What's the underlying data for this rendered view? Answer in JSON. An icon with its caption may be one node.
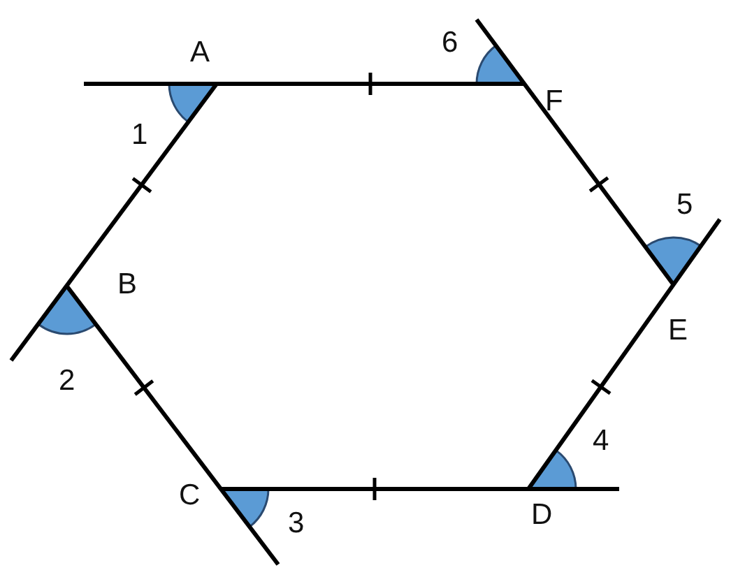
{
  "diagram": {
    "labels": [
      "A",
      "6",
      "F",
      "1",
      "5",
      "B",
      "E",
      "2",
      "4",
      "C",
      "3",
      "D"
    ]
  }
}
